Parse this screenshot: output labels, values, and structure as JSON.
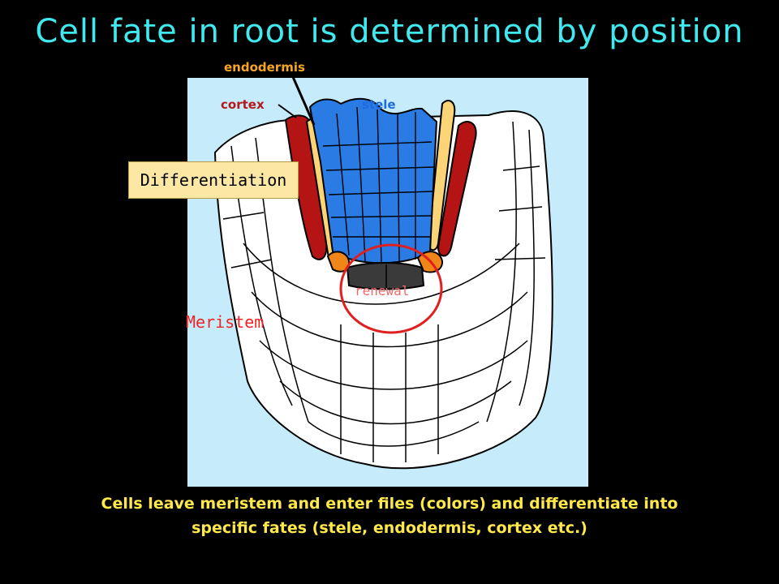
{
  "title": "Cell fate in root is determined by position",
  "labels": {
    "endodermis": "endodermis",
    "cortex": "cortex",
    "stele": "stele",
    "differentiation": "Differentiation",
    "meristem": "Meristem",
    "renewal": "renewal"
  },
  "caption": {
    "line1": "Cells leave meristem and enter files (colors) and differentiate into",
    "line2": "specific fates (stele, endodermis, cortex etc.)"
  },
  "colors": {
    "title": "#3fe9ee",
    "stele": "#2a7be4",
    "endodermis": "#fbd477",
    "cortex": "#b41414",
    "orange_cells": "#f0851a",
    "quiescent_center": "#3a3a3a",
    "renewal_circle": "#e02020",
    "caption": "#ffe84a"
  }
}
